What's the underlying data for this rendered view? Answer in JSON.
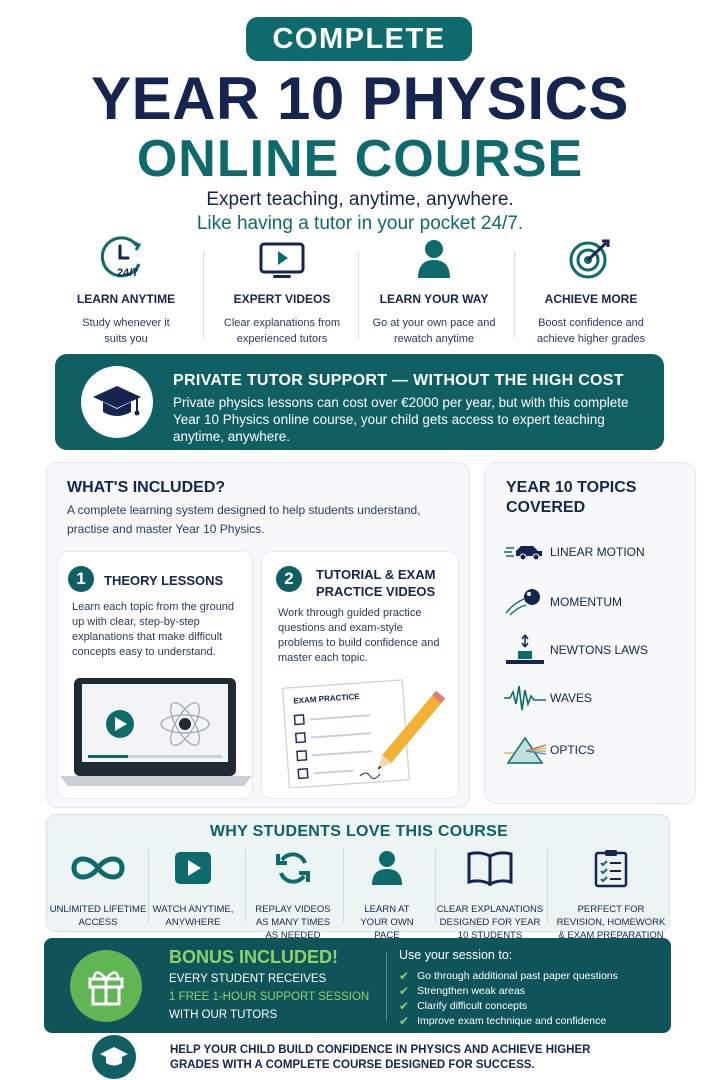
{
  "header": {
    "badge": "COMPLETE",
    "title_line1": "YEAR 10 PHYSICS",
    "title_line2": "ONLINE COURSE",
    "subtitle1": "Expert teaching, anytime, anywhere.",
    "subtitle2": "Like having a tutor in your pocket 24/7."
  },
  "features": [
    {
      "icon": "clock-24-7-icon",
      "title": "LEARN ANYTIME",
      "desc": "Study whenever it suits you",
      "clock_label": "24/7"
    },
    {
      "icon": "video-screen-icon",
      "title": "EXPERT VIDEOS",
      "desc": "Clear explanations from experienced tutors"
    },
    {
      "icon": "person-icon",
      "title": "LEARN YOUR WAY",
      "desc": "Go at your own pace and rewatch anytime"
    },
    {
      "icon": "target-icon",
      "title": "ACHIEVE MORE",
      "desc": "Boost confidence and achieve higher grades"
    }
  ],
  "tutor": {
    "title": "PRIVATE TUTOR SUPPORT — WITHOUT THE HIGH COST",
    "text": "Private physics lessons can cost over €2000 per year, but with this complete Year 10 Physics online course, your child gets access to expert teaching anytime, anywhere."
  },
  "included": {
    "title": "WHAT'S INCLUDED?",
    "desc": "A complete learning system designed to help students understand, practise and master Year 10 Physics.",
    "cards": [
      {
        "num": "1",
        "title": "THEORY LESSONS",
        "desc": "Learn each topic from the ground up with clear, step-by-step explanations that make difficult concepts easy to understand."
      },
      {
        "num": "2",
        "title": "TUTORIAL & EXAM PRACTICE VIDEOS",
        "desc": "Work through guided practice questions and exam-style problems to build confidence and master each topic.",
        "sheet_label": "EXAM PRACTICE"
      }
    ]
  },
  "topics": {
    "title": "YEAR 10 TOPICS COVERED",
    "items": [
      {
        "icon": "moving-car-icon",
        "label": "LINEAR MOTION"
      },
      {
        "icon": "moving-ball-icon",
        "label": "MOMENTUM"
      },
      {
        "icon": "force-arrows-icon",
        "label": "NEWTONS LAWS"
      },
      {
        "icon": "wave-icon",
        "label": "WAVES"
      },
      {
        "icon": "prism-icon",
        "label": "OPTICS"
      }
    ]
  },
  "why": {
    "title": "WHY STUDENTS LOVE THIS COURSE",
    "items": [
      {
        "icon": "infinity-icon",
        "label": "UNLIMITED LIFETIME ACCESS"
      },
      {
        "icon": "play-icon",
        "label": "WATCH ANYTIME, ANYWHERE"
      },
      {
        "icon": "replay-icon",
        "label": "REPLAY VIDEOS AS MANY TIMES AS NEEDED"
      },
      {
        "icon": "person-icon",
        "label": "LEARN AT YOUR OWN PACE"
      },
      {
        "icon": "open-book-icon",
        "label": "CLEAR EXPLANATIONS DESIGNED FOR YEAR 10 STUDENTS"
      },
      {
        "icon": "clipboard-checklist-icon",
        "label": "PERFECT FOR REVISION, HOMEWORK & EXAM PREPARATION"
      }
    ]
  },
  "bonus": {
    "title": "BONUS INCLUDED!",
    "line1": "EVERY STUDENT RECEIVES",
    "line2": "1 FREE 1-HOUR SUPPORT SESSION",
    "line3": "WITH OUR TUTORS",
    "use_title": "Use your session to:",
    "uses": [
      "Go through additional past paper questions",
      "Strengthen weak areas",
      "Clarify difficult concepts",
      "Improve exam technique and confidence"
    ]
  },
  "footer": {
    "text": "HELP YOUR CHILD BUILD CONFIDENCE IN PHYSICS AND ACHIEVE HIGHER GRADES WITH A COMPLETE COURSE DESIGNED FOR SUCCESS."
  },
  "colors": {
    "navy": "#15254f",
    "teal": "#0f6b6b",
    "bonus_green": "#8fd16b",
    "gift_green": "#5fb653"
  }
}
